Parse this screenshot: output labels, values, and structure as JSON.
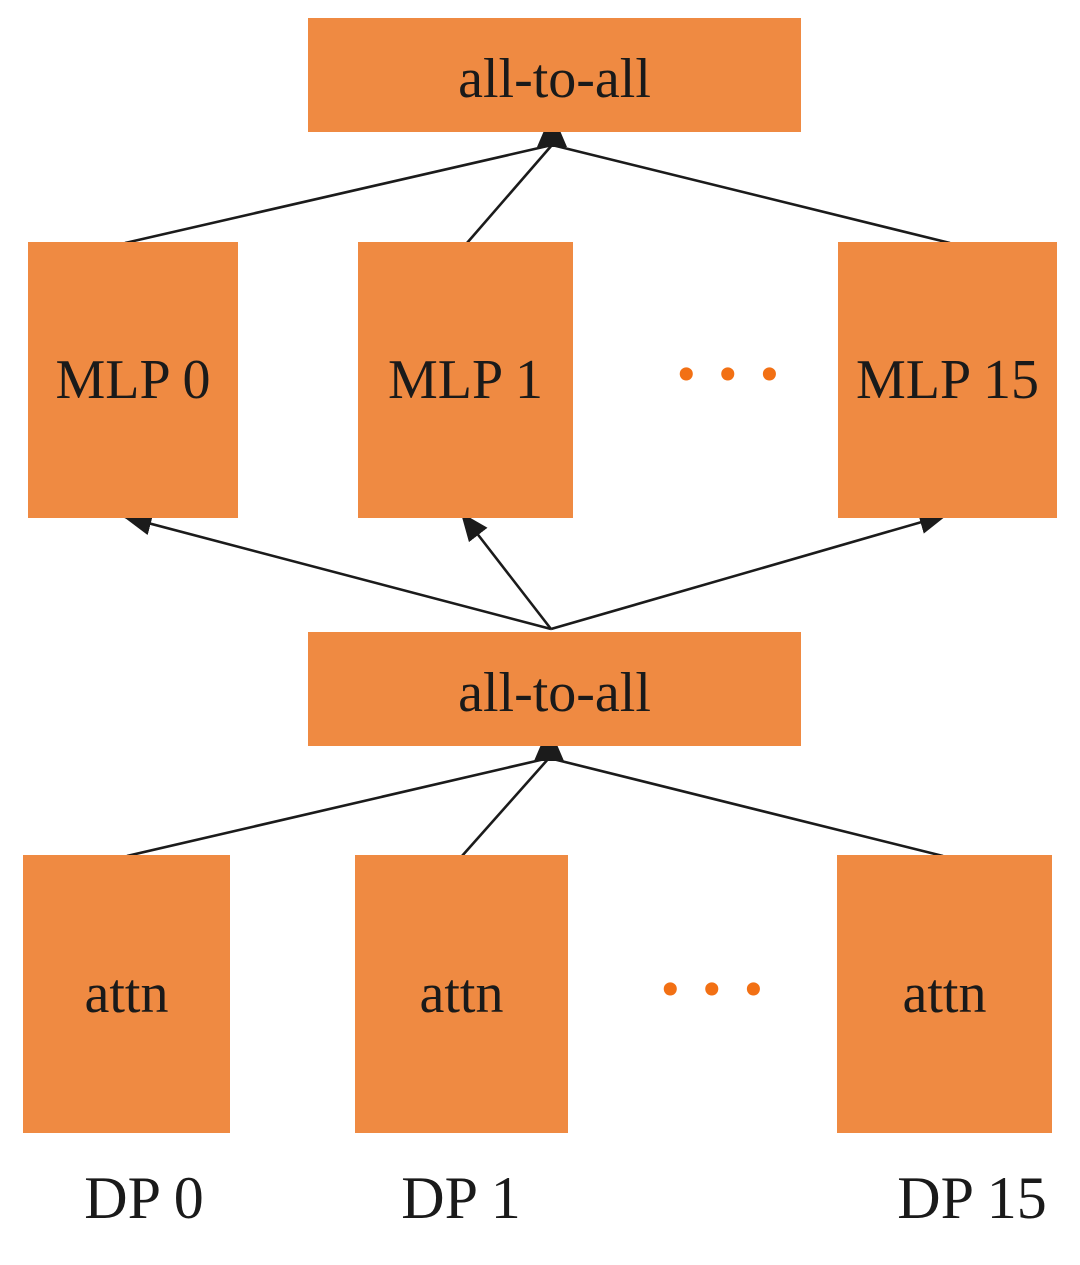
{
  "colors": {
    "box-fill": "#EF8A42",
    "dot-fill": "#F27014",
    "line": "#1B1B1B",
    "label": "#1A1A1A",
    "background": "#FFFFFF"
  },
  "nodes": {
    "all_to_all_top": "all-to-all",
    "all_to_all_mid": "all-to-all",
    "mlp_0": "MLP 0",
    "mlp_1": "MLP 1",
    "mlp_15": "MLP 15",
    "attn_0": "attn",
    "attn_1": "attn",
    "attn_15": "attn",
    "ellipsis_mlp": "•••",
    "ellipsis_attn": "•••"
  },
  "rank_labels": {
    "dp_0": "DP 0",
    "dp_1": "DP 1",
    "dp_15": "DP 15"
  }
}
